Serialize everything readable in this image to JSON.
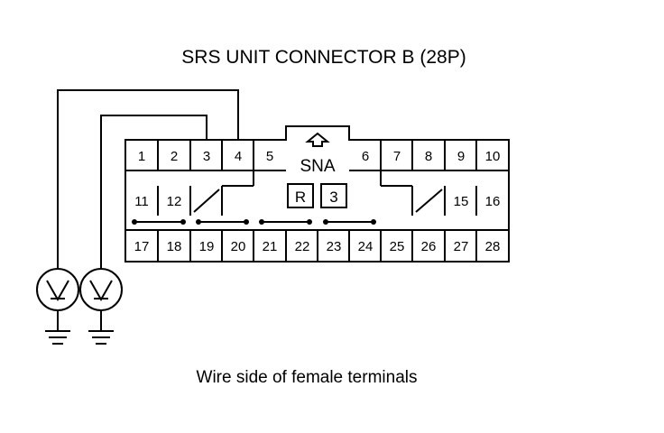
{
  "title": "SRS UNIT CONNECTOR B (28P)",
  "caption": "Wire side of female terminals",
  "connector": {
    "key_label": "SNA",
    "marks": [
      "R",
      "3"
    ],
    "pins": [
      "1",
      "2",
      "3",
      "4",
      "5",
      "6",
      "7",
      "8",
      "9",
      "10",
      "11",
      "12",
      "15",
      "16",
      "17",
      "18",
      "19",
      "20",
      "21",
      "22",
      "23",
      "24",
      "25",
      "26",
      "27",
      "28"
    ]
  },
  "icons": {
    "meter": "voltmeter-icon",
    "ground": "ground-icon",
    "key_arrow": "arrow-up-icon"
  }
}
